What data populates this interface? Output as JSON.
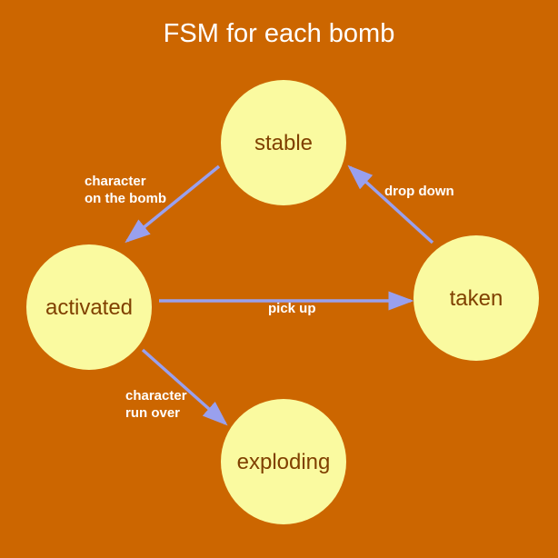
{
  "title": "FSM for each bomb",
  "colors": {
    "background": "#CC6600",
    "state_fill": "#FAFAA0",
    "state_text": "#804000",
    "arrow": "#99A0EE",
    "label_text": "#FFFFFF"
  },
  "states": [
    {
      "id": "stable",
      "label": "stable"
    },
    {
      "id": "activated",
      "label": "activated"
    },
    {
      "id": "taken",
      "label": "taken"
    },
    {
      "id": "exploding",
      "label": "exploding"
    }
  ],
  "transitions": [
    {
      "from": "stable",
      "to": "activated",
      "label": "character\non the bomb"
    },
    {
      "from": "taken",
      "to": "stable",
      "label": "drop down"
    },
    {
      "from": "activated",
      "to": "taken",
      "label": "pick up"
    },
    {
      "from": "activated",
      "to": "exploding",
      "label": "character\nrun over"
    }
  ]
}
